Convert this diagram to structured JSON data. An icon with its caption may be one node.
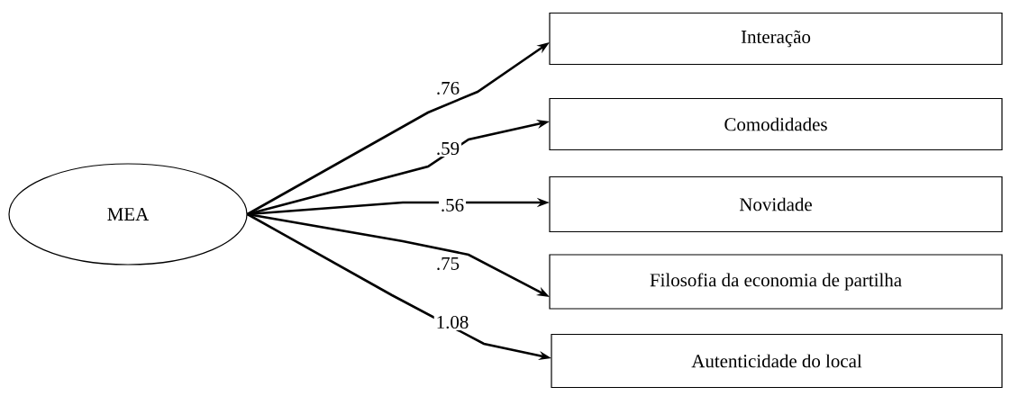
{
  "diagram": {
    "nodes": [
      {
        "text": [
          "MEA"
        ]
      },
      {
        "text": [
          "Interação"
        ]
      },
      {
        "text": [
          "Comodidades"
        ]
      },
      {
        "text": [
          "Novidade"
        ]
      },
      {
        "text": [
          "Filosofia da economia de partilha"
        ]
      },
      {
        "text": [
          "Autenticidade do local"
        ]
      }
    ],
    "edges": [
      {
        "from": 0,
        "to": 1,
        "arrow": "to",
        "label": ".76"
      },
      {
        "from": 0,
        "to": 2,
        "arrow": "to",
        "label": ".59"
      },
      {
        "from": 0,
        "to": 3,
        "arrow": "to",
        "label": ".56"
      },
      {
        "from": 0,
        "to": 4,
        "arrow": "to",
        "label": ".75"
      },
      {
        "from": 0,
        "to": 5,
        "arrow": "to",
        "label": "1.08"
      }
    ]
  }
}
